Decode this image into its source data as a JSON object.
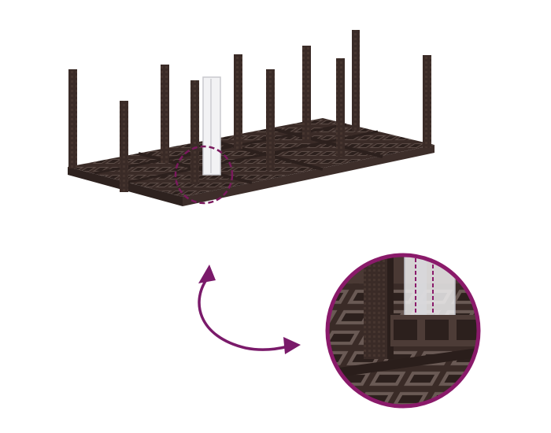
{
  "colors": {
    "frame": "#3a2b27",
    "frame_shadow": "#2a1e1b",
    "frame_light": "#4e3c37",
    "grid": "#5a4a45",
    "highlight": "#8a1a6a",
    "insert": "#e9e9ec"
  },
  "illustration": {
    "main_object_icon": "planter-frame-with-posts",
    "inserted_post_icon": "transparent-post-insert",
    "focus_circle_icon": "dashed-focus-circle",
    "arrow_icon": "curved-double-arrow",
    "detail_icon": "zoom-detail-circle"
  }
}
